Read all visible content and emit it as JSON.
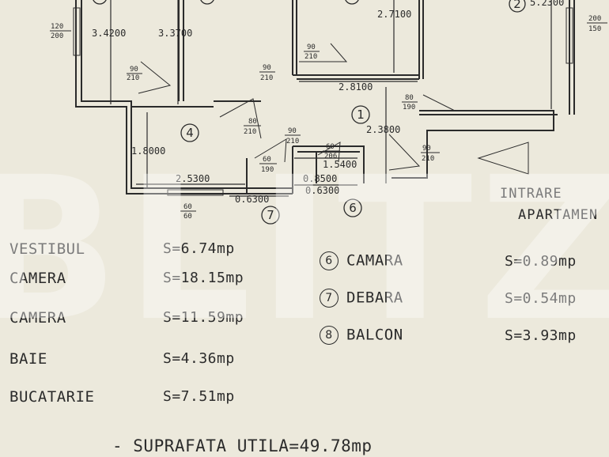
{
  "plan": {
    "dimensions": {
      "d_3_4200": "3.4200",
      "d_3_3700": "3.3700",
      "d_2_7100": "2.7100",
      "d_5_2300": "5.2300",
      "d_2_8100": "2.8100",
      "d_2_3800": "2.3800",
      "d_1_8000": "1.8000",
      "d_2_5300": "2.5300",
      "d_1_5400": "1.5400",
      "d_0_8500": "0.8500",
      "d_0_6300a": "0.6300",
      "d_0_6300b": "0.6300"
    },
    "openings": {
      "w_120_200": [
        "120",
        "200"
      ],
      "w_200_150": [
        "200",
        "150"
      ],
      "d_90_210_a": [
        "90",
        "210"
      ],
      "d_90_210_b": [
        "90",
        "210"
      ],
      "d_90_210_c": [
        "90",
        "210"
      ],
      "d_90_210_d": [
        "90",
        "210"
      ],
      "d_90_210_e": [
        "90",
        "210"
      ],
      "d_80_190": [
        "80",
        "190"
      ],
      "d_80_210": [
        "80",
        "210"
      ],
      "d_60_190": [
        "60",
        "190"
      ],
      "d_60_206": [
        "60",
        "206"
      ],
      "w_60_60": [
        "60",
        "60"
      ]
    },
    "room_numbers": [
      "1",
      "2",
      "4",
      "6",
      "7"
    ]
  },
  "entry": {
    "line1": "INTRARE",
    "line2": "APARTAMEN"
  },
  "areas_left": [
    {
      "name": "VESTIBUL",
      "value": "S=6.74mp"
    },
    {
      "name": "CAMERA",
      "value": "S=18.15mp"
    },
    {
      "name": "CAMERA",
      "value": "S=11.59mp"
    },
    {
      "name": "BAIE",
      "value": "S=4.36mp"
    },
    {
      "name": "BUCATARIE",
      "value": "S=7.51mp"
    }
  ],
  "areas_right": [
    {
      "num": "6",
      "name": "CAMARA",
      "value": "S=0.89mp"
    },
    {
      "num": "7",
      "name": "DEBARA",
      "value": "S=0.54mp"
    },
    {
      "num": "8",
      "name": "BALCON",
      "value": "S=3.93mp"
    }
  ],
  "total": "- SUPRAFATA UTILA=49.78mp",
  "watermark": "BLITZ"
}
